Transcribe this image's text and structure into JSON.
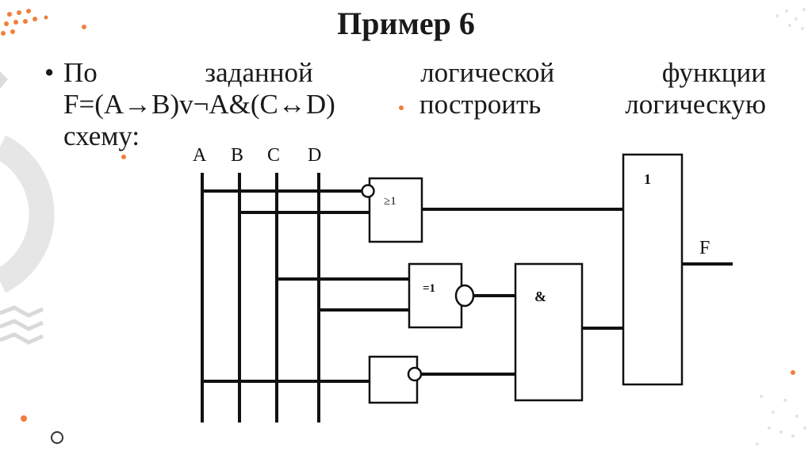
{
  "slide": {
    "title": "Пример 6",
    "bullet_symbol": "•",
    "line1": "По заданной логической функции",
    "line2": "F=(A→B)v¬A&(C↔D) построить логическую",
    "line3": "схему:"
  },
  "diagram": {
    "inputs": [
      "A",
      "B",
      "C",
      "D"
    ],
    "gate_or_label": "≥1",
    "gate_xor_label": "=1",
    "gate_and_label": "&",
    "gate_final_label": "1",
    "output_label": "F"
  },
  "colors": {
    "accent_orange": "#f07f3c",
    "deco_gray": "#e3e3e3",
    "line": "#111111"
  }
}
